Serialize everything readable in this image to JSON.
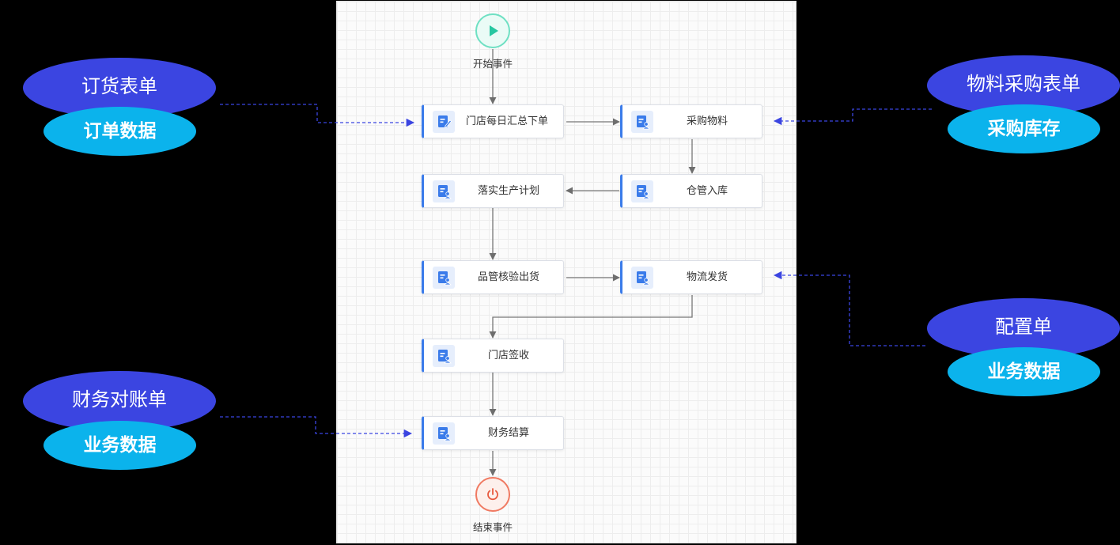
{
  "diagram": {
    "start_event": {
      "label": "开始事件"
    },
    "end_event": {
      "label": "结束事件"
    },
    "nodes": [
      {
        "id": "n1",
        "label": "门店每日汇总下单",
        "icon": "edit-form-icon"
      },
      {
        "id": "n2",
        "label": "采购物料",
        "icon": "user-form-icon"
      },
      {
        "id": "n3",
        "label": "落实生产计划",
        "icon": "user-form-icon"
      },
      {
        "id": "n4",
        "label": "仓管入库",
        "icon": "user-form-icon"
      },
      {
        "id": "n5",
        "label": "品管核验出货",
        "icon": "user-form-icon"
      },
      {
        "id": "n6",
        "label": "物流发货",
        "icon": "user-form-icon"
      },
      {
        "id": "n7",
        "label": "门店签收",
        "icon": "user-form-icon"
      },
      {
        "id": "n8",
        "label": "财务结算",
        "icon": "user-form-icon"
      }
    ],
    "flows": [
      [
        "start",
        "n1"
      ],
      [
        "n1",
        "n2"
      ],
      [
        "n2",
        "n4"
      ],
      [
        "n4",
        "n3"
      ],
      [
        "n3",
        "n5"
      ],
      [
        "n5",
        "n6"
      ],
      [
        "n6",
        "n7"
      ],
      [
        "n7",
        "n8"
      ],
      [
        "n8",
        "end"
      ]
    ],
    "annotations": [
      {
        "title": "订货表单",
        "subtitle": "订单数据",
        "target": "n1"
      },
      {
        "title": "物料采购表单",
        "subtitle": "采购库存",
        "target": "n2"
      },
      {
        "title": "配置单",
        "subtitle": "业务数据",
        "target": "n6"
      },
      {
        "title": "财务对账单",
        "subtitle": "业务数据",
        "target": "n8"
      }
    ],
    "colors": {
      "node_accent": "#3a7bea",
      "annotation_outer": "#3b45e1",
      "annotation_inner": "#0bb3ec",
      "start_event": "#6fe0c3",
      "end_event": "#f07a62",
      "flow_line": "#777777",
      "annotation_line": "#3b45e1"
    }
  }
}
